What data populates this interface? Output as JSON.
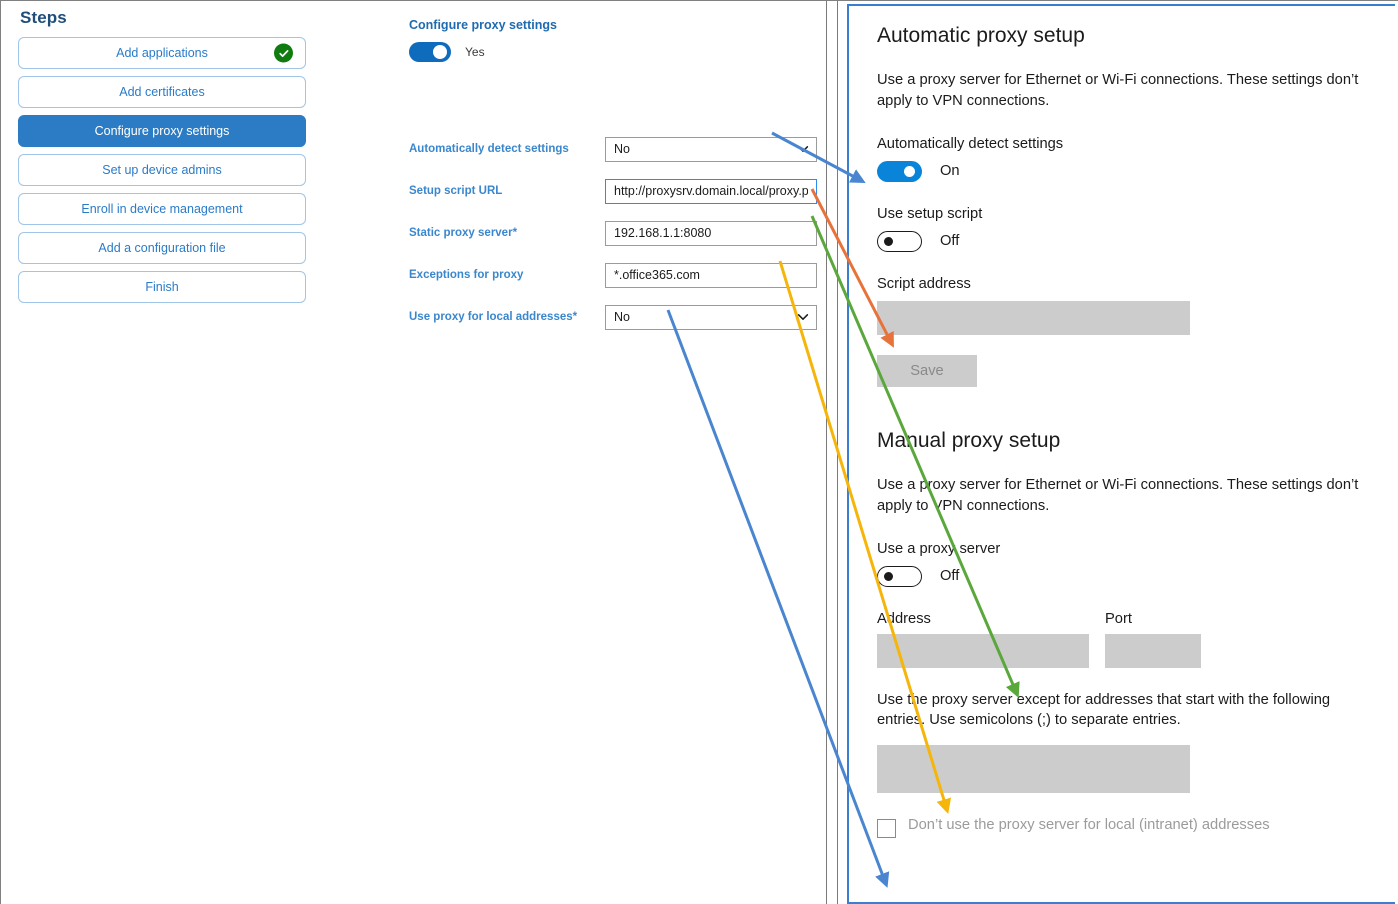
{
  "steps": {
    "title": "Steps",
    "items": [
      {
        "label": "Add applications",
        "state": "complete",
        "badge_icon": "check-circle-icon"
      },
      {
        "label": "Add certificates",
        "state": "default"
      },
      {
        "label": "Configure proxy settings",
        "state": "active"
      },
      {
        "label": "Set up device admins",
        "state": "default"
      },
      {
        "label": "Enroll in device management",
        "state": "default"
      },
      {
        "label": "Add a configuration file",
        "state": "default"
      },
      {
        "label": "Finish",
        "state": "default"
      }
    ]
  },
  "form": {
    "heading": "Configure proxy settings",
    "master_toggle": {
      "value": "Yes",
      "on": true
    },
    "fields": [
      {
        "label": "Automatically detect settings",
        "required": false,
        "type": "select",
        "value": "No",
        "icon": "chevron-down-icon",
        "focused": false
      },
      {
        "label": "Setup script URL",
        "required": false,
        "type": "text",
        "value": "http://proxysrv.domain.local/proxy.pa",
        "focused": true
      },
      {
        "label": "Static proxy server",
        "required": true,
        "type": "text",
        "value": "192.168.1.1:8080",
        "focused": false
      },
      {
        "label": "Exceptions for proxy",
        "required": true,
        "type": "text",
        "value": "*.office365.com",
        "focused": false
      },
      {
        "label": "Use proxy for local addresses",
        "required": true,
        "type": "select",
        "value": "No",
        "icon": "chevron-down-icon",
        "focused": false
      }
    ],
    "required_marker": "*"
  },
  "settings": {
    "automatic": {
      "heading": "Automatic proxy setup",
      "description": "Use a proxy server for Ethernet or Wi-Fi connections. These settings don’t apply to VPN connections.",
      "detect_label": "Automatically detect settings",
      "detect_state": "On",
      "detect_on": true,
      "script_toggle_label": "Use setup script",
      "script_toggle_state": "Off",
      "script_on": false,
      "script_address_label": "Script address",
      "script_address_value": "",
      "save_label": "Save"
    },
    "manual": {
      "heading": "Manual proxy setup",
      "description": "Use a proxy server for Ethernet or Wi-Fi connections. These settings don’t apply to VPN connections.",
      "use_proxy_label": "Use a proxy server",
      "use_proxy_state": "Off",
      "use_proxy_on": false,
      "address_label": "Address",
      "address_value": "",
      "port_label": "Port",
      "port_value": "",
      "exceptions_description": "Use the proxy server except for addresses that start with the following entries. Use semicolons (;) to separate entries.",
      "exceptions_value": "",
      "bypass_local_label": "Don’t use the proxy server for local (intranet) addresses",
      "bypass_local_checked": false
    }
  },
  "annotations": {
    "colors": {
      "blue": "#4a86d0",
      "orange": "#e8733a",
      "green": "#5aa83c",
      "yellow": "#f5b50a",
      "blue_dark": "#3a7ecf"
    },
    "arrows": [
      {
        "name": "automatically-detect-settings-arrow",
        "color": "blue",
        "from": "Automatically detect settings select",
        "to": "Automatically detect settings toggle"
      },
      {
        "name": "setup-script-url-arrow",
        "color": "orange",
        "from": "Setup script URL field",
        "to": "Script address box"
      },
      {
        "name": "static-proxy-server-arrow",
        "color": "green",
        "from": "Static proxy server field",
        "to": "Address box"
      },
      {
        "name": "exceptions-for-proxy-arrow",
        "color": "yellow",
        "from": "Exceptions for proxy field",
        "to": "Exceptions box"
      },
      {
        "name": "use-proxy-local-addresses-arrow",
        "color": "blue",
        "from": "Use proxy for local addresses select",
        "to": "Bypass local addresses checkbox"
      }
    ]
  }
}
